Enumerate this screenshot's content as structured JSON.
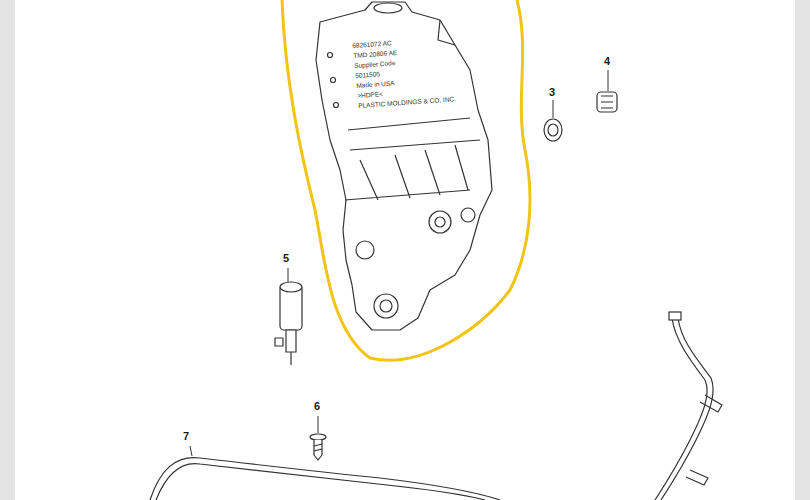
{
  "diagram": {
    "labels": [
      "3",
      "4",
      "5",
      "6",
      "7",
      "68261072 AC",
      "TMD 20806 AE",
      "Supplier Code",
      "5011505",
      "Made in USA",
      ">HDPE<",
      "PLASTIC MOLDINGS & CO, INC."
    ]
  }
}
